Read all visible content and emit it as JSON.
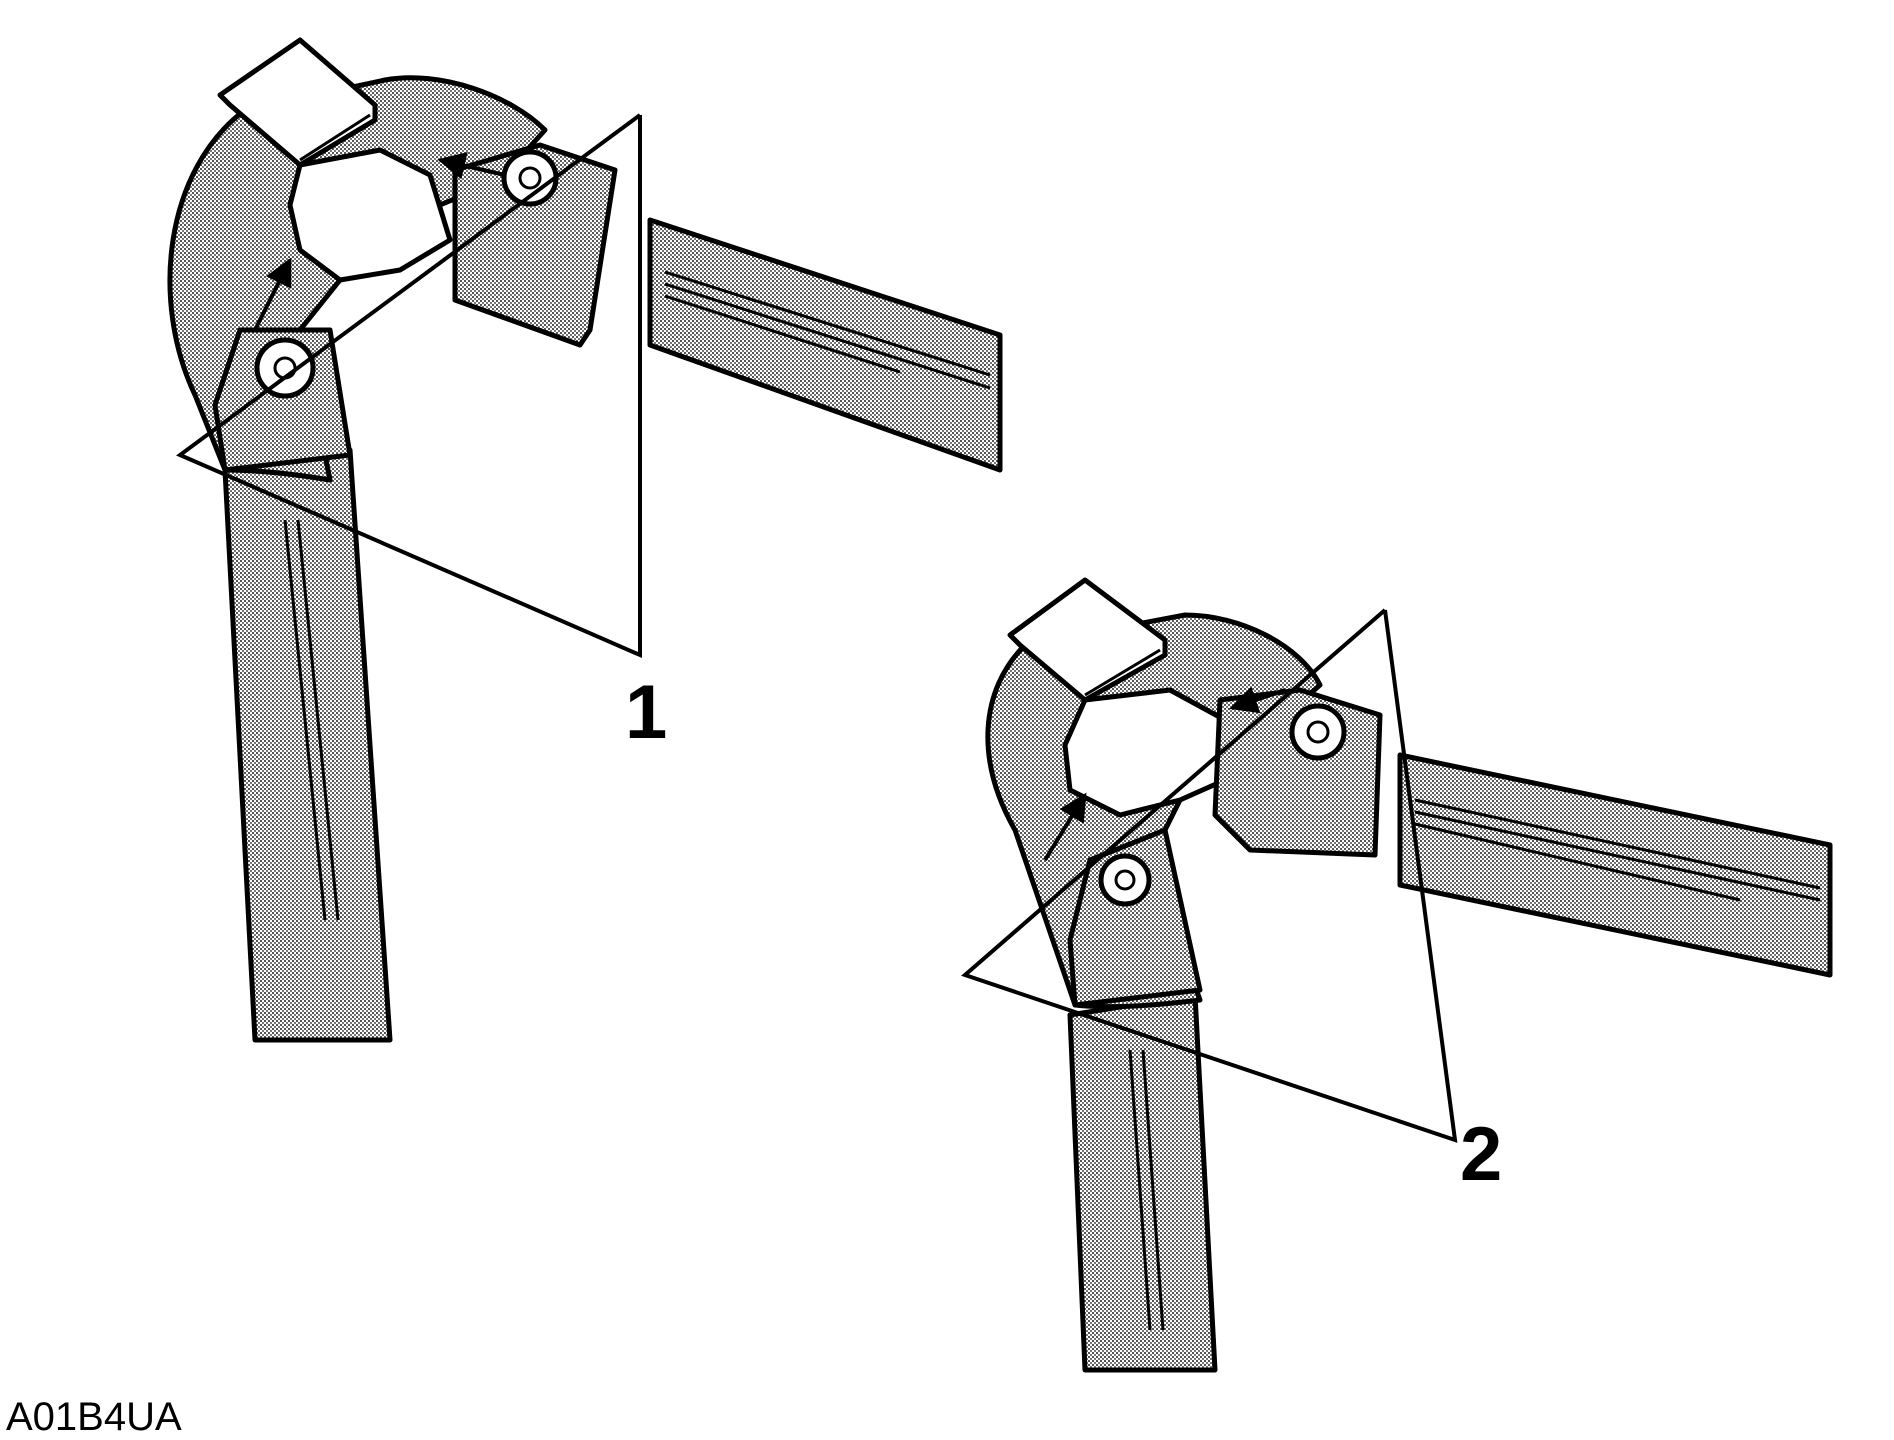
{
  "callouts": [
    {
      "id": "1",
      "label": "1"
    },
    {
      "id": "2",
      "label": "2"
    }
  ],
  "figure_id": "A01B4UA",
  "colors": {
    "line": "#000000",
    "shade_dot": "#555555",
    "paper": "#ffffff"
  }
}
